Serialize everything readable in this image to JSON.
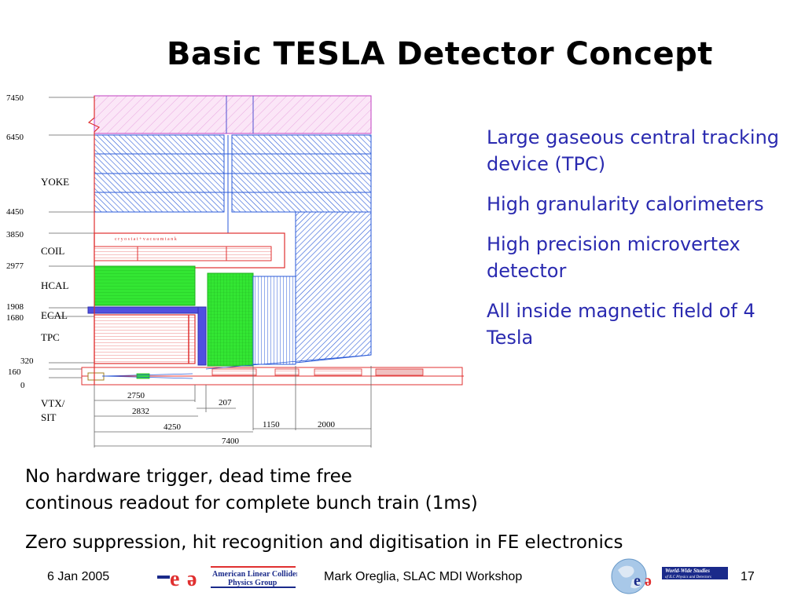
{
  "title": "Basic TESLA Detector Concept",
  "bullets": [
    "Large gaseous central tracking device (TPC)",
    "High granularity calorimeters",
    "High precision microvertex detector",
    "All inside magnetic field of 4 Tesla"
  ],
  "bottom": {
    "line1a": "No hardware trigger, dead time free",
    "line1b": "continous readout for complete bunch train (1ms)",
    "line2": "Zero suppression, hit recognition and digitisation in FE electronics"
  },
  "footer": {
    "date": "6 Jan 2005",
    "center": "Mark Oreglia, SLAC MDI Workshop",
    "page": "17",
    "alcpg_line1": "American Linear Collider",
    "alcpg_line2": "Physics Group",
    "wws_line1": "World-Wide Studies",
    "wws_line2": "of ILC Physics and Detectors"
  },
  "diagram": {
    "radii": [
      "7450",
      "6450",
      "4450",
      "3850",
      "2977",
      "1908",
      "1680",
      "320",
      "160",
      "0"
    ],
    "subsystems": [
      "YOKE",
      "COIL",
      "HCAL",
      "ECAL",
      "TPC",
      "VTX/",
      "SIT"
    ],
    "cryostat_label": "c r y o s t a t + v a c u u m   t a n k",
    "dimensions": [
      "2750",
      "207",
      "2832",
      "1150",
      "2000",
      "4250",
      "7400"
    ]
  }
}
